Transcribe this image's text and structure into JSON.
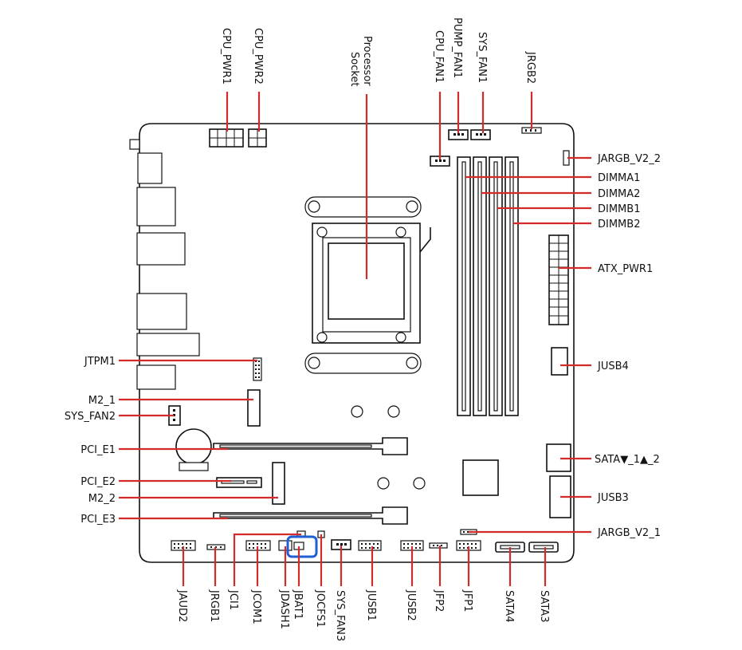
{
  "diagram": {
    "labels": {
      "cpu_pwr1": "CPU_PWR1",
      "cpu_pwr2": "CPU_PWR2",
      "processor_socket": "Processor Socket",
      "cpu_fan1": "CPU_FAN1",
      "pump_fan1": "PUMP_FAN1",
      "sys_fan1": "SYS_FAN1",
      "jrgb2": "JRGB2",
      "jargb_v2_2": "JARGB_V2_2",
      "dimma1": "DIMMA1",
      "dimma2": "DIMMA2",
      "dimmb1": "DIMMB1",
      "dimmb2": "DIMMB2",
      "atx_pwr1": "ATX_PWR1",
      "jusb4": "JUSB4",
      "sata_1_2": "SATA▼_1▲_2",
      "jusb3": "JUSB3",
      "jargb_v2_1": "JARGB_V2_1",
      "jtpm1": "JTPM1",
      "m2_1": "M2_1",
      "sys_fan2": "SYS_FAN2",
      "pci_e1": "PCI_E1",
      "pci_e2": "PCI_E2",
      "m2_2": "M2_2",
      "pci_e3": "PCI_E3",
      "jaud2": "JAUD2",
      "jrgb1": "JRGB1",
      "jci1": "JCI1",
      "jcom1": "JCOM1",
      "jdash1": "JDASH1",
      "jbat1": "JBAT1",
      "jocfs1": "JOCFS1",
      "sys_fan3": "SYS_FAN3",
      "jusb1": "JUSB1",
      "jusb2": "JUSB2",
      "jfp2": "JFP2",
      "jfp1": "JFP1",
      "sata4": "SATA4",
      "sata3": "SATA3"
    },
    "colors": {
      "leader_line": "#d42a2a",
      "outline": "#111111",
      "highlight": "#1f5fd6"
    },
    "highlighted_component": "JBAT1"
  }
}
